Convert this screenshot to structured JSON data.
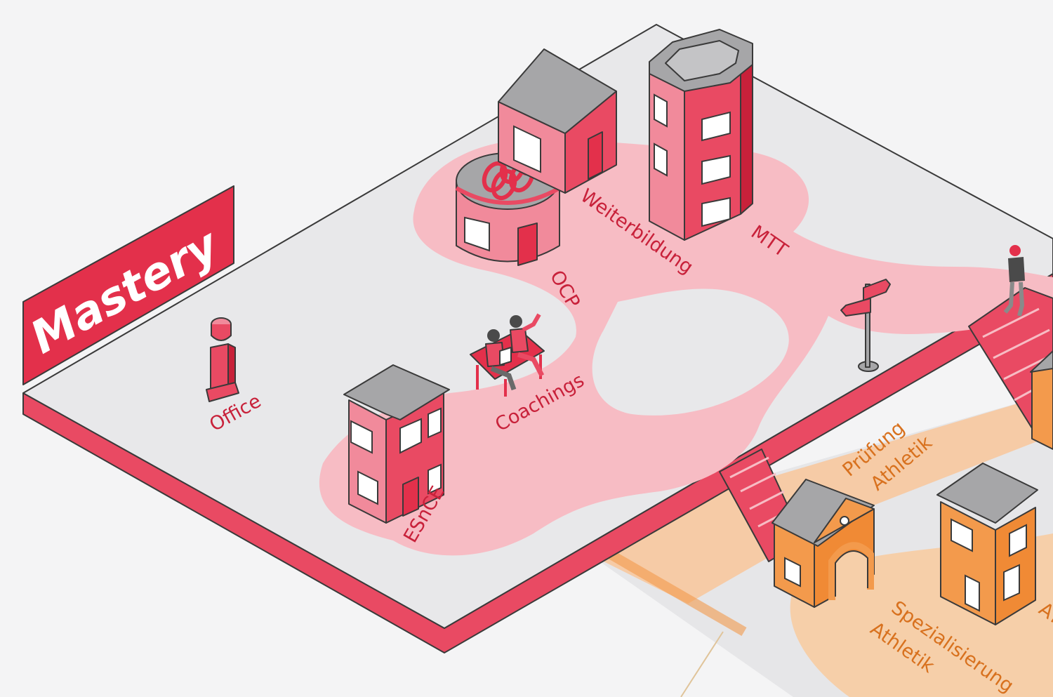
{
  "platform": {
    "title": "Mastery"
  },
  "labels": {
    "office": "Office",
    "ocp": "OCP",
    "weiterbildung": "Weiterbildung",
    "mtt": "MTT",
    "coachings": "Coachings",
    "esnce": "ESnCE",
    "pruefung_line1": "Prüfung",
    "pruefung_line2": "Athletik",
    "spezialisierung_line1": "Spezialisierung",
    "spezialisierung_line2": "Athletik",
    "atl_partial": "ATL"
  },
  "colors": {
    "brand_red": "#e3304b",
    "light_red": "#f7bcc4",
    "label_red": "#c8213a",
    "orange": "#f39a4c",
    "label_orange": "#d8711e",
    "platform_gray": "#e8e8ea",
    "roof_gray": "#a6a6a8"
  }
}
